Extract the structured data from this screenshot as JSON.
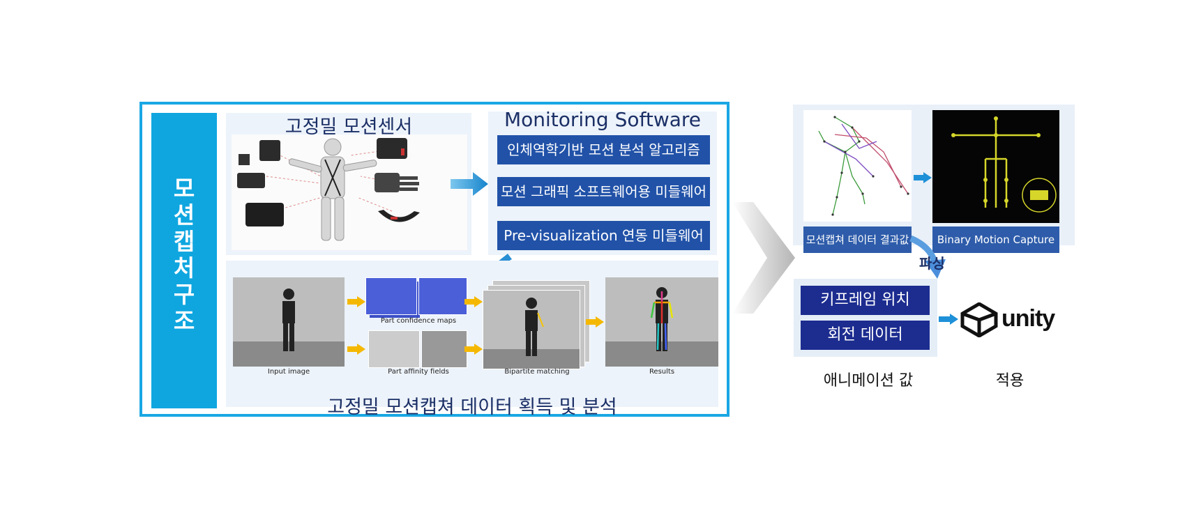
{
  "vertical_title": [
    "모",
    "션",
    "캡",
    "처",
    "구",
    "조"
  ],
  "sensor_section": {
    "title": "고정밀 모션센서"
  },
  "monitoring": {
    "title": "Monitoring Software",
    "items": [
      "인체역학기반 모션 분석 알고리즘",
      "모션 그래픽 소프트웨어용 미들웨어",
      "Pre-visualization 연동 미들웨어"
    ]
  },
  "analysis": {
    "title": "고정밀 모션캡쳐 데이터 획득 및 분석",
    "captions": [
      "Input image",
      "Part confidence maps",
      "Part affinity fields",
      "Bipartite matching",
      "Results"
    ]
  },
  "right": {
    "skeleton_label": "모션캡쳐 데이터 결과값",
    "binary_label": "Binary Motion  Capture",
    "parse_label": "파싱",
    "keyframe_button": "키프레임 위치",
    "rotation_button": "회전 데이터",
    "animation_label": "애니메이션 값",
    "apply_label": "적용",
    "unity_logo": "unity"
  },
  "colors": {
    "frame": "#1aa7e4",
    "vertical_bar": "#0fa6e0",
    "button_dark_blue": "#2152a8",
    "navy_button": "#1c2c8f",
    "arrow_yellow": "#f5b800",
    "arrow_blue": "#1e90d8"
  }
}
